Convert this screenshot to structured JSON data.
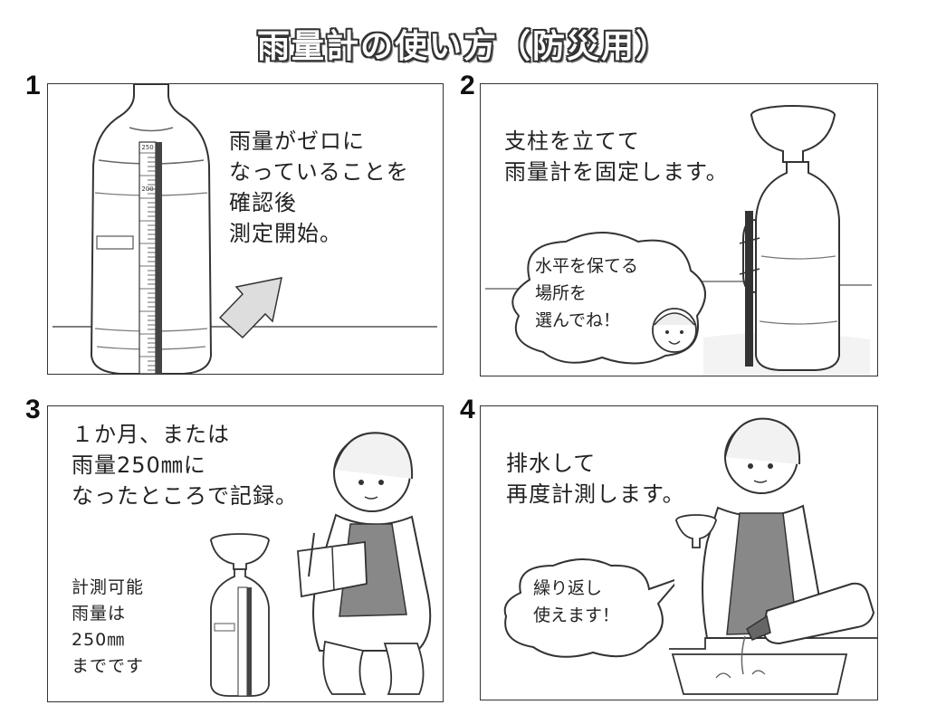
{
  "title": "雨量計の使い方（防災用）",
  "panels": [
    {
      "number": "1",
      "text": "雨量がゼロに\nなっていることを\n確認後\n測定開始。",
      "scale_labels": [
        "250",
        "200"
      ]
    },
    {
      "number": "2",
      "text": "支柱を立てて\n雨量計を固定します。",
      "bubble": "水平を保てる\n場所を\n選んでね！"
    },
    {
      "number": "3",
      "text": "１か月、または\n雨量250㎜に\nなったところで記録。",
      "note": "計測可能\n雨量は\n250㎜\nまでです"
    },
    {
      "number": "4",
      "text": "排水して\n再度計測します。",
      "bubble": "繰り返し\n使えます！"
    }
  ]
}
